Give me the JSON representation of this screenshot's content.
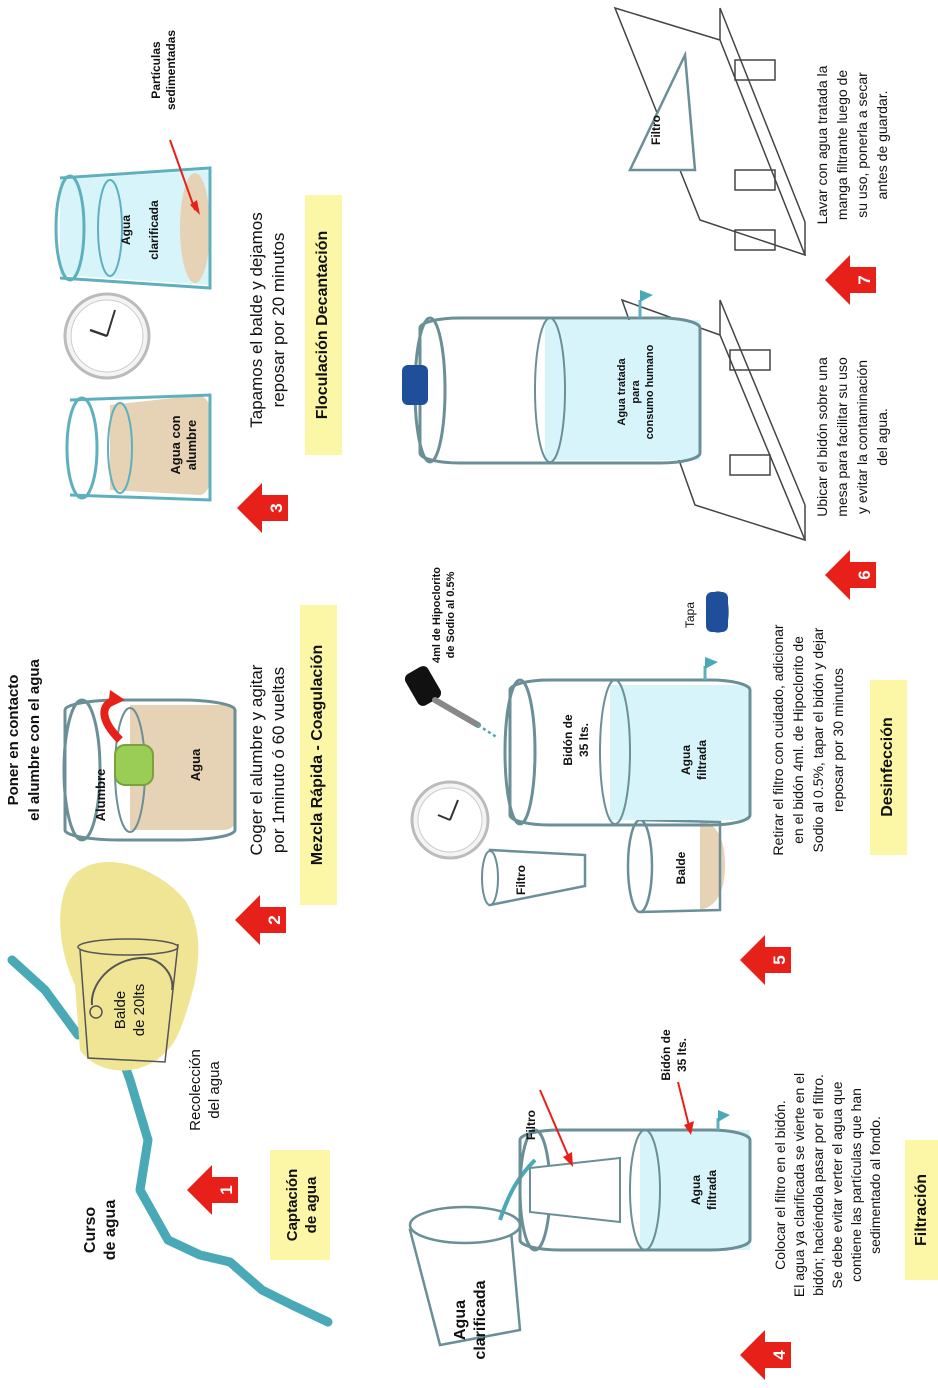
{
  "colors": {
    "river": "#4aa9b6",
    "beige_water": "#e6d2b4",
    "clear_water": "#d7f4fb",
    "arrow_red": "#e8201a",
    "label_bg": "#fbf7a6",
    "bucket_glow": "#efe595",
    "cup_green": "#9acd55",
    "lid_blue": "#1f4f9a",
    "outline": "#6b8f97"
  },
  "step1": {
    "number": "1",
    "river_label": [
      "Curso",
      "de agua"
    ],
    "bucket_label": [
      "Balde",
      "de 20lts"
    ],
    "caption": [
      "Recolección",
      "del agua"
    ],
    "stage": [
      "Captación",
      "de agua"
    ]
  },
  "step2": {
    "number": "2",
    "heading": [
      "Poner en contacto",
      "el alumbre con el agua"
    ],
    "cup_label": "Alumbre",
    "water_label": "Agua",
    "caption": [
      "Coger el alumbre y agitar",
      "por 1minuto ó 60 vueltas"
    ],
    "stage": "Mezcla Rápida - Coagulación"
  },
  "step3": {
    "number": "3",
    "bucket1_label": [
      "Agua con",
      "alumbre"
    ],
    "bucket2_label": [
      "Agua",
      "clarificada"
    ],
    "particles_label": [
      "Partículas",
      "sedimentadas"
    ],
    "caption": [
      "Tapamos el balde y  dejamos",
      "reposar por 20 minutos"
    ],
    "stage": "Floculación Decantación"
  },
  "step4": {
    "number": "4",
    "bucket_label": [
      "Agua",
      "clarificada"
    ],
    "filter_label": "Filtro",
    "drum_label": [
      "Bidón de",
      "35 lts."
    ],
    "drum_water_label": [
      "Agua",
      "filtrada"
    ],
    "caption": [
      "Colocar el filtro en el bidón.",
      "El agua ya clarificada se vierte en el",
      "bidón; haciéndola pasar por el filtro.",
      "Se debe evitar verter el agua que",
      "contiene las partículas que han",
      "sedimentado al fondo."
    ],
    "stage": "Filtración"
  },
  "step5": {
    "number": "5",
    "dropper_label": [
      "4ml de Hipoclorito",
      "de Sodio al 0.5%"
    ],
    "filter_label": "Filtro",
    "bucket_label": "Balde",
    "drum_label": [
      "Bidón de",
      "35 lts."
    ],
    "drum_water_label": [
      "Agua",
      "filtrada"
    ],
    "lid_label": "Tapa",
    "caption": [
      "Retirar el filtro con cuidado, adicionar",
      "en el bidón 4ml.  de Hipoclorito de",
      "Sodio al 0.5%, tapar el bidón y  dejar",
      "reposar por 30 minutos"
    ],
    "stage": "Desinfección"
  },
  "step6": {
    "number": "6",
    "drum_water_label": [
      "Agua  tratada",
      "para",
      "consumo humano"
    ],
    "caption": [
      "Ubicar el bidón sobre una",
      "mesa para facilitar su uso",
      "y evitar la contaminación",
      "del agua."
    ]
  },
  "step7": {
    "number": "7",
    "filter_label": "Filtro",
    "caption": [
      "Lavar con agua tratada la",
      "manga filtrante luego de",
      "su uso, ponerla a secar",
      "antes de guardar."
    ]
  }
}
